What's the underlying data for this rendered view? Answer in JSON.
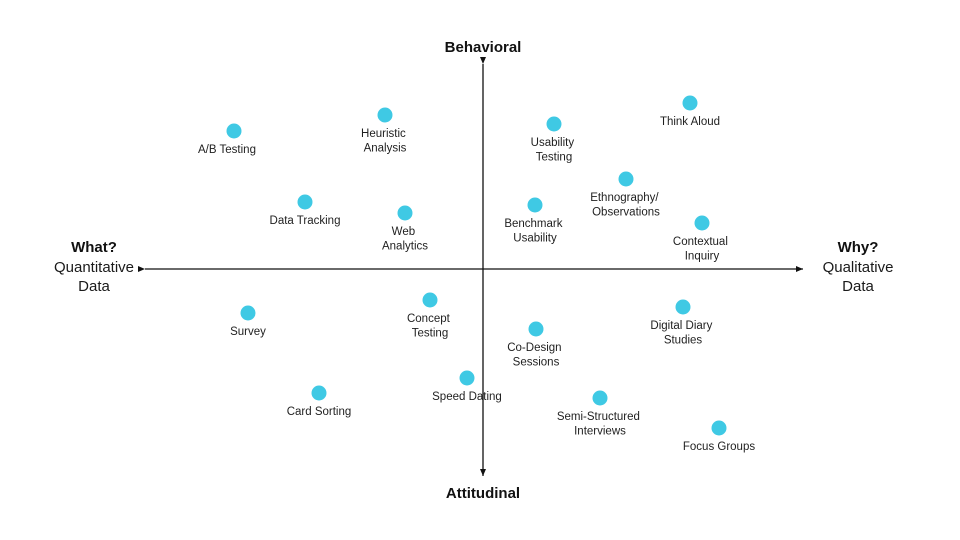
{
  "axes": {
    "top": "Behavioral",
    "bottom": "Attitudinal",
    "left": {
      "title": "What?",
      "line1": "Quantitative",
      "line2": "Data"
    },
    "right": {
      "title": "Why?",
      "line1": "Qualitative",
      "line2": "Data"
    }
  },
  "colors": {
    "dot": "#3fc9e4",
    "axis": "#111111",
    "text": "#1f1f1f"
  },
  "methods": [
    {
      "label": [
        "A/B Testing"
      ]
    },
    {
      "label": [
        "Heuristic",
        "Analysis"
      ]
    },
    {
      "label": [
        "Usability",
        "Testing"
      ]
    },
    {
      "label": [
        "Think Aloud"
      ]
    },
    {
      "label": [
        "Data Tracking"
      ]
    },
    {
      "label": [
        "Web",
        "Analytics"
      ]
    },
    {
      "label": [
        "Benchmark",
        "Usability"
      ]
    },
    {
      "label": [
        "Ethnography/",
        "Observations"
      ]
    },
    {
      "label": [
        "Contextual",
        "Inquiry"
      ]
    },
    {
      "label": [
        "Survey"
      ]
    },
    {
      "label": [
        "Concept",
        "Testing"
      ]
    },
    {
      "label": [
        "Co-Design",
        "Sessions"
      ]
    },
    {
      "label": [
        "Digital Diary",
        "Studies"
      ]
    },
    {
      "label": [
        "Speed Dating"
      ]
    },
    {
      "label": [
        "Card Sorting"
      ]
    },
    {
      "label": [
        "Semi-Structured",
        "Interviews"
      ]
    },
    {
      "label": [
        "Focus Groups"
      ]
    }
  ]
}
